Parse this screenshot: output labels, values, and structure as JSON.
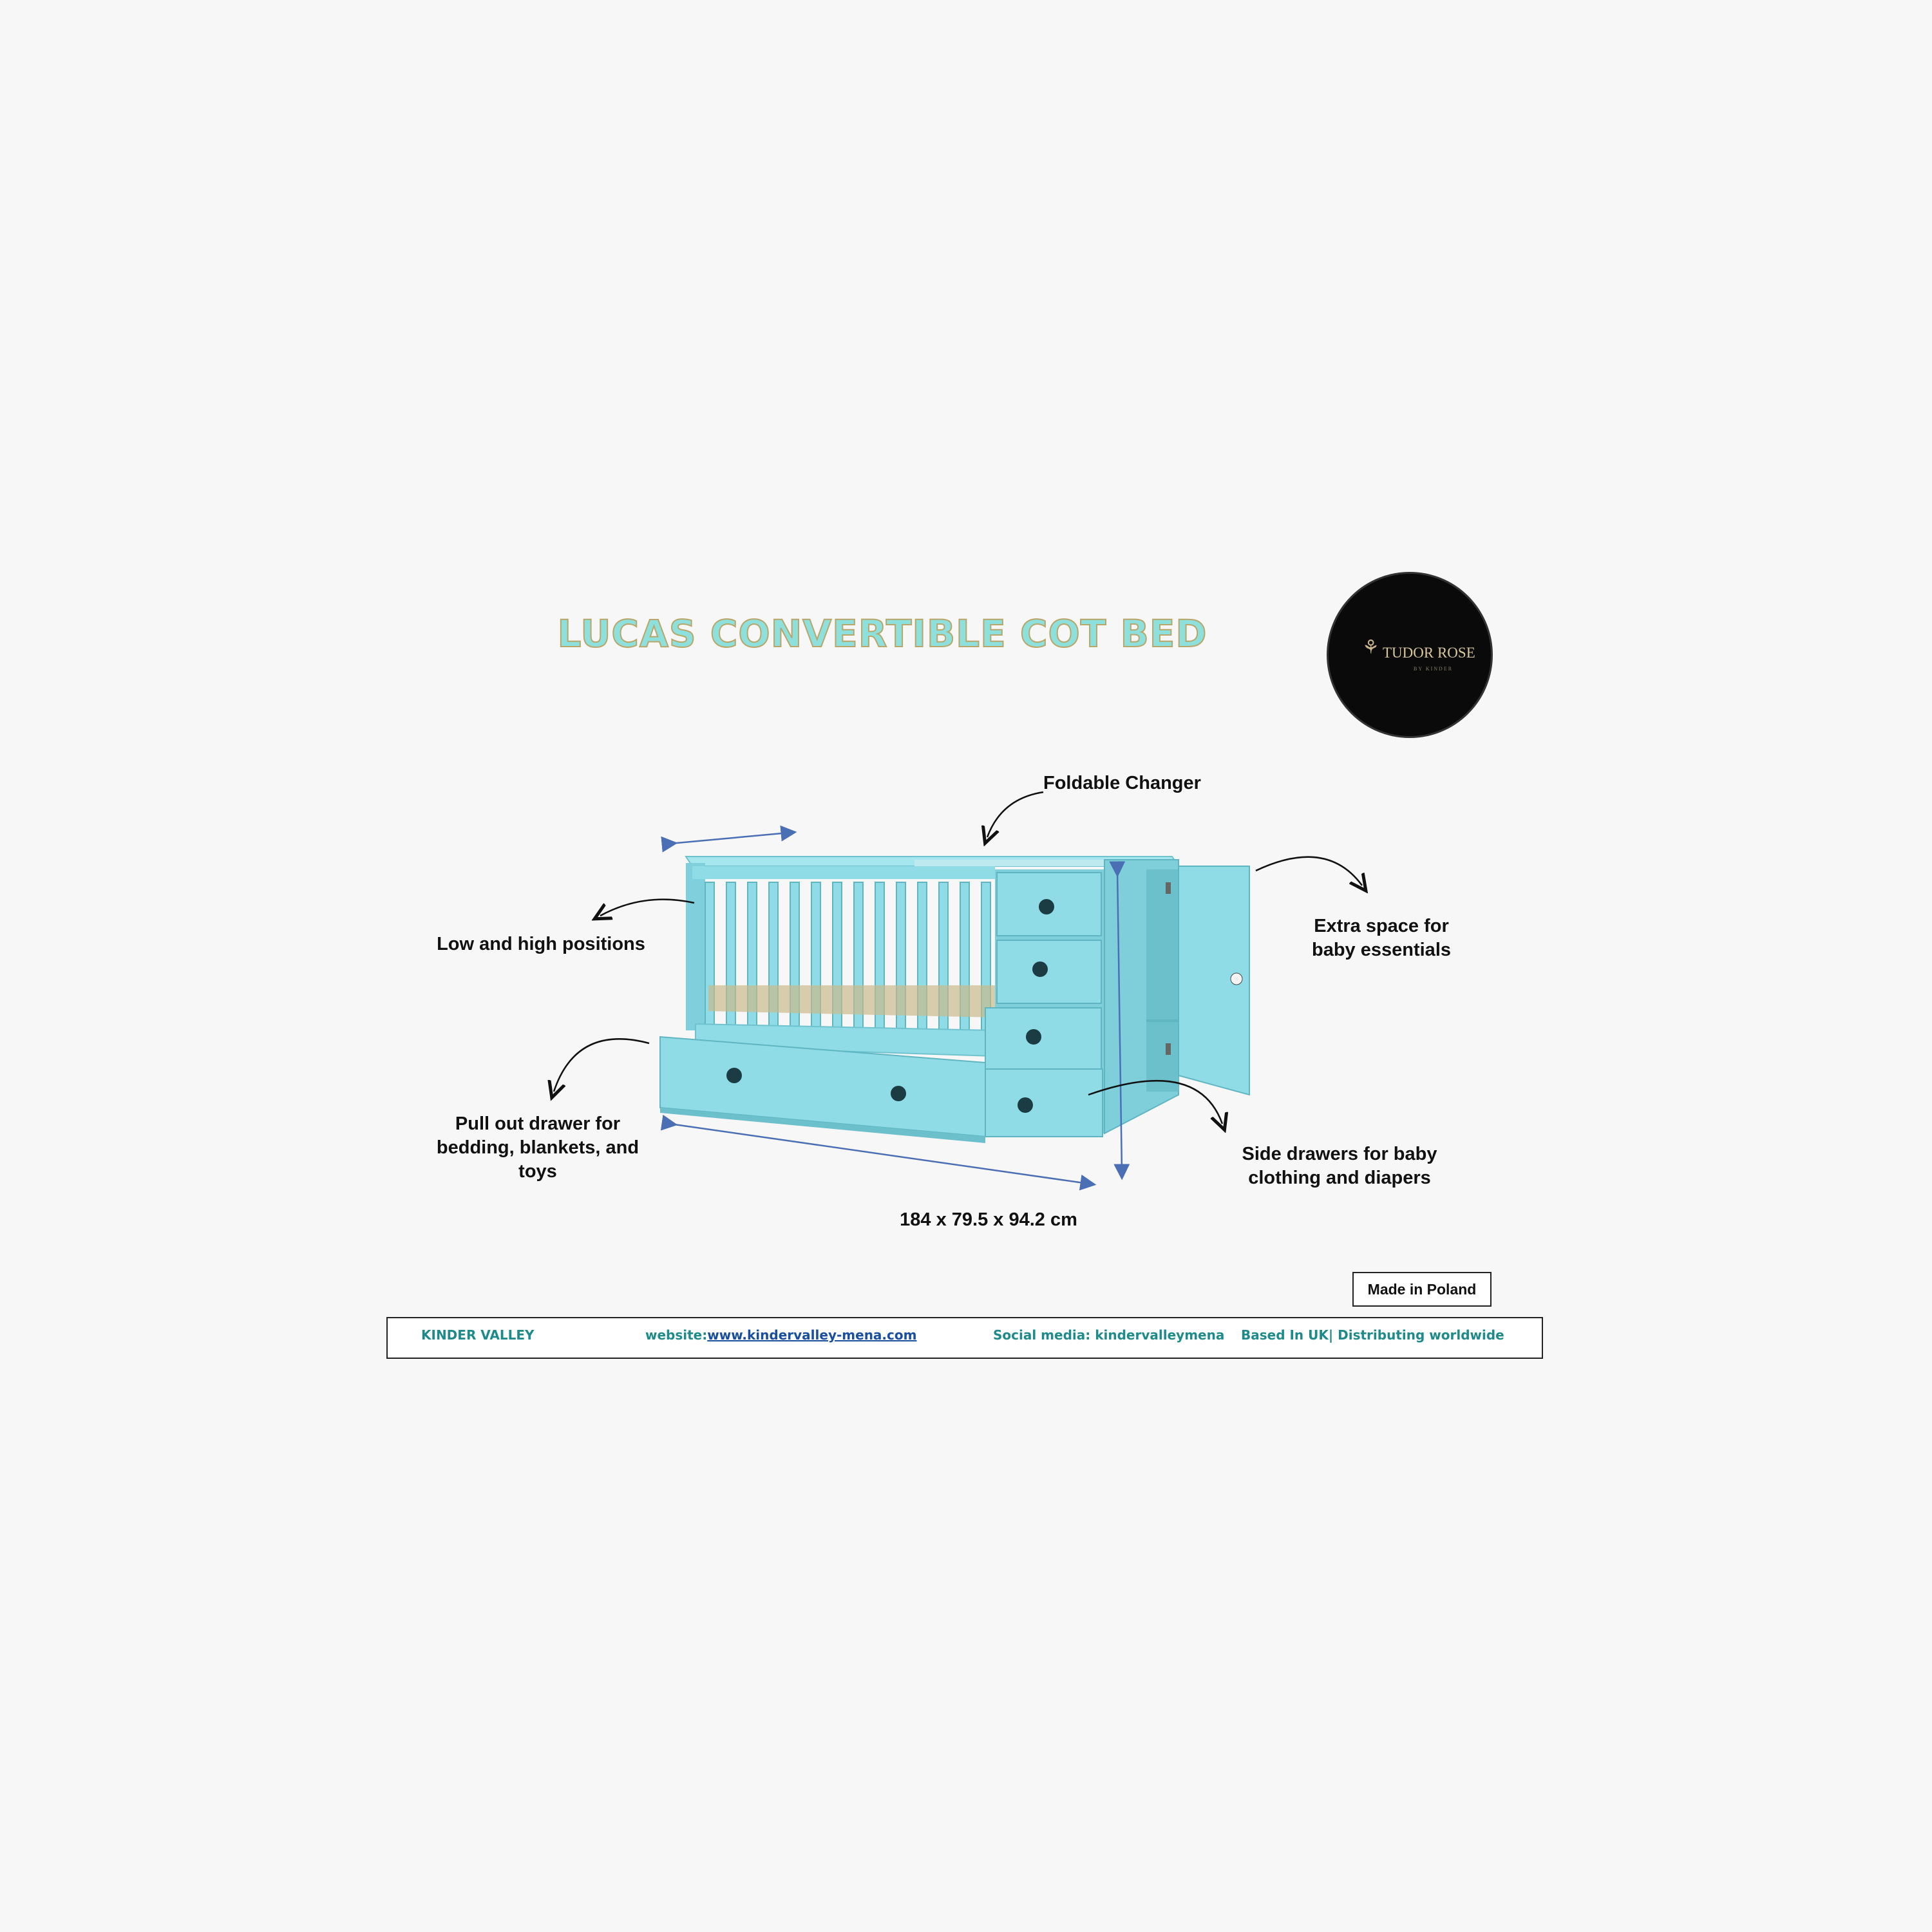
{
  "title": "LUCAS CONVERTIBLE COT BED",
  "logo": {
    "brand": "TUDOR ROSE",
    "sub": "BY KINDER"
  },
  "labels": {
    "foldable_changer": "Foldable Changer",
    "low_high": "Low and high positions",
    "extra_space_1": "Extra space for",
    "extra_space_2": "baby essentials",
    "pull_out_1": "Pull out drawer for",
    "pull_out_2": "bedding, blankets, and",
    "pull_out_3": "toys",
    "side_drawers_1": "Side drawers for baby",
    "side_drawers_2": "clothing and diapers",
    "dimensions": "184 x 79.5 x 94.2 cm"
  },
  "made_in": "Made in Poland",
  "footer": {
    "company": "KINDER VALLEY",
    "website_prefix": "website:",
    "website": "www.kindervalley-mena.com",
    "social": "Social media: kindervalleymena",
    "based": "Based In UK| Distributing worldwide"
  },
  "colors": {
    "furniture": "#8fdce6",
    "title": "#8ee0dc",
    "footer_text": "#1e8a8a",
    "arrow_blue": "#4a6fb5"
  }
}
